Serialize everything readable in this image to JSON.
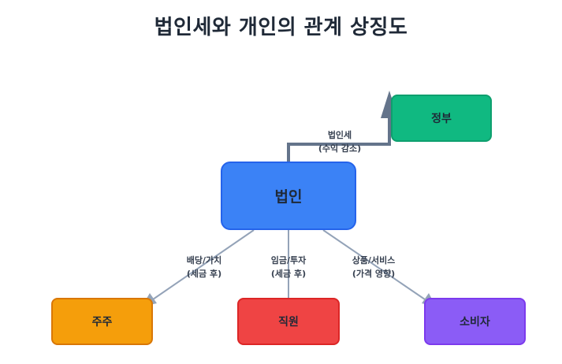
{
  "title": "법인세와 개인의 관계 상징도",
  "nodes": {
    "corporation": "법인",
    "government": "정부",
    "shareholders": "주주",
    "employees": "직원",
    "consumers": "소비자"
  },
  "edges": {
    "tax": {
      "line1": "법인세",
      "line2": "(수익 감소)"
    },
    "dividend": {
      "line1": "배당/가치",
      "line2": "(세금 후)"
    },
    "wage": {
      "line1": "임금/투자",
      "line2": "(세금 후)"
    },
    "goods": {
      "line1": "상품/서비스",
      "line2": "(가격 영향)"
    }
  },
  "colors": {
    "corporation": "#3b82f6",
    "government": "#10b981",
    "shareholders": "#f59e0b",
    "employees": "#ef4444",
    "consumers": "#8b5cf6",
    "tax_arrow": "#64748b",
    "flow_arrow": "#94a3b8"
  }
}
